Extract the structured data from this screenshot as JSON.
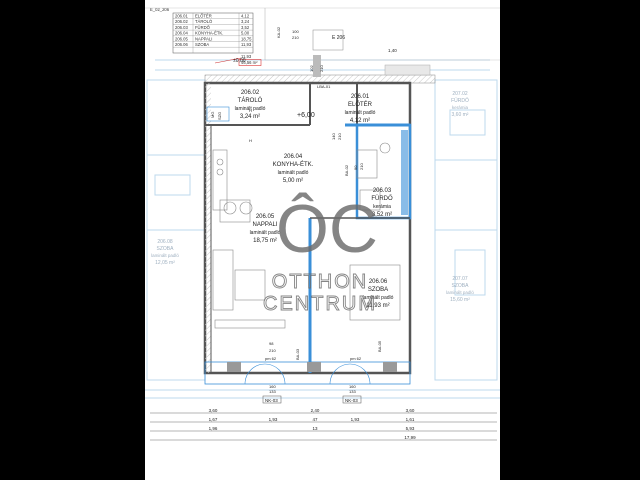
{
  "sheet_code": "E_02_206",
  "area_table": [
    {
      "id": "206.01",
      "name": "ELŐTÉR",
      "area": "4,12"
    },
    {
      "id": "206.02",
      "name": "TÁROLÓ",
      "area": "3,24"
    },
    {
      "id": "206.03",
      "name": "FÜRDŐ",
      "area": "3,52"
    },
    {
      "id": "206.04",
      "name": "KONYHA-ÉTK.",
      "area": "5,00"
    },
    {
      "id": "206.05",
      "name": "NAPPALI",
      "area": "18,75"
    },
    {
      "id": "206.06",
      "name": "SZOBA",
      "area": "11,93"
    }
  ],
  "area_total_1": "11,93",
  "area_total_2": "46,56 m²",
  "rooms": [
    {
      "num": "206.02",
      "name": "TÁROLÓ",
      "floor": "laminált padló",
      "area": "3,24 m²"
    },
    {
      "num": "206.01",
      "name": "ELŐTÉR",
      "floor": "laminált padló",
      "area": "4,12 m²"
    },
    {
      "num": "206.04",
      "name": "KONYHA-ÉTK.",
      "floor": "laminált padló",
      "area": "5,00 m²"
    },
    {
      "num": "206.03",
      "name": "FÜRDŐ",
      "floor": "kerámia",
      "area": "3,52 m²"
    },
    {
      "num": "206.05",
      "name": "NAPPALI",
      "floor": "laminált padló",
      "area": "18,75 m²"
    },
    {
      "num": "206.06",
      "name": "SZOBA",
      "floor": "laminált padló",
      "area": "11,93 m²"
    }
  ],
  "ghost_rooms": [
    {
      "num": "207.02",
      "name": "FÜRDŐ",
      "floor": "kerámia",
      "area": "3,60 m²"
    },
    {
      "num": "206.08",
      "name": "SZOBA",
      "floor": "laminált padló",
      "area": "12,05 m²"
    },
    {
      "num": "207.07",
      "name": "SZOBA",
      "floor": "laminált padló",
      "area": "15,60 m²"
    }
  ],
  "labels": {
    "level_top": "±0,00",
    "level_mid": "+6,00",
    "door_entry_id": "E 206",
    "door_lba": "LBA-01",
    "door_ka": "KA-02",
    "door_ba02": "BA-02",
    "door_ba05": "BA-05",
    "door_ba03": "BA-03",
    "door_size_100": "100",
    "door_size_210": "210",
    "door_size_102": "102",
    "door_size_140": "140",
    "door_size_90": "90",
    "door_size_98": "98",
    "window_nk_left": "NK-03",
    "window_nk_right": "NK-03",
    "pm_left": "pm 62",
    "pm_right": "pm 62",
    "win_h1": "160",
    "win_h2": "133",
    "mg_label": "MG",
    "szg_label": "SZG",
    "dim_top_right": "1,40"
  },
  "dimensions": {
    "row1": [
      "3,60",
      "2,40",
      "3,60"
    ],
    "row2": [
      "1,67",
      "1,93",
      "47",
      "1,93",
      "1,61"
    ],
    "row3": [
      "1,96",
      "13",
      "5,93"
    ],
    "row4": [
      "17,99"
    ]
  },
  "watermark": {
    "logo": "ÔC",
    "line1": "OTTHON",
    "line2": "CENTRUM"
  },
  "colors": {
    "wall_blue": "#3a8fd8",
    "ghost_blue": "#a9cbe6",
    "watermark": "#6b6b6b",
    "hatch": "#d9d9d9"
  }
}
